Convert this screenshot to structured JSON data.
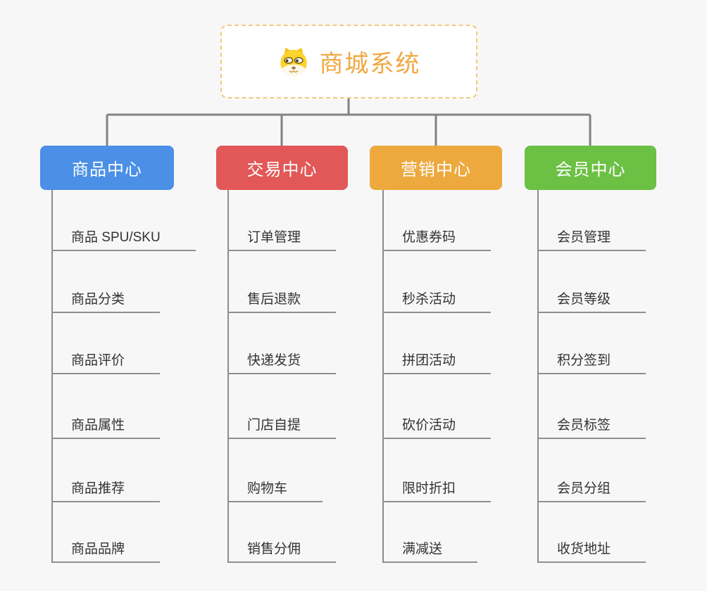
{
  "background": "#f7f7f7",
  "connector_color": "#828282",
  "root": {
    "title": "商城系统",
    "icon": "dog-face-icon",
    "accent_color": "#f0a843",
    "border_color": "#f4c87f"
  },
  "sections": [
    {
      "label": "商品中心",
      "color": "#4b8fe6",
      "items": [
        "商品 SPU/SKU",
        "商品分类",
        "商品评价",
        "商品属性",
        "商品推荐",
        "商品品牌"
      ]
    },
    {
      "label": "交易中心",
      "color": "#e25858",
      "items": [
        "订单管理",
        "售后退款",
        "快递发货",
        "门店自提",
        "购物车",
        "销售分佣"
      ]
    },
    {
      "label": "营销中心",
      "color": "#eda93e",
      "items": [
        "优惠券码",
        "秒杀活动",
        "拼团活动",
        "砍价活动",
        "限时折扣",
        "满减送"
      ]
    },
    {
      "label": "会员中心",
      "color": "#6cc044",
      "items": [
        "会员管理",
        "会员等级",
        "积分签到",
        "会员标签",
        "会员分组",
        "收货地址"
      ]
    }
  ]
}
